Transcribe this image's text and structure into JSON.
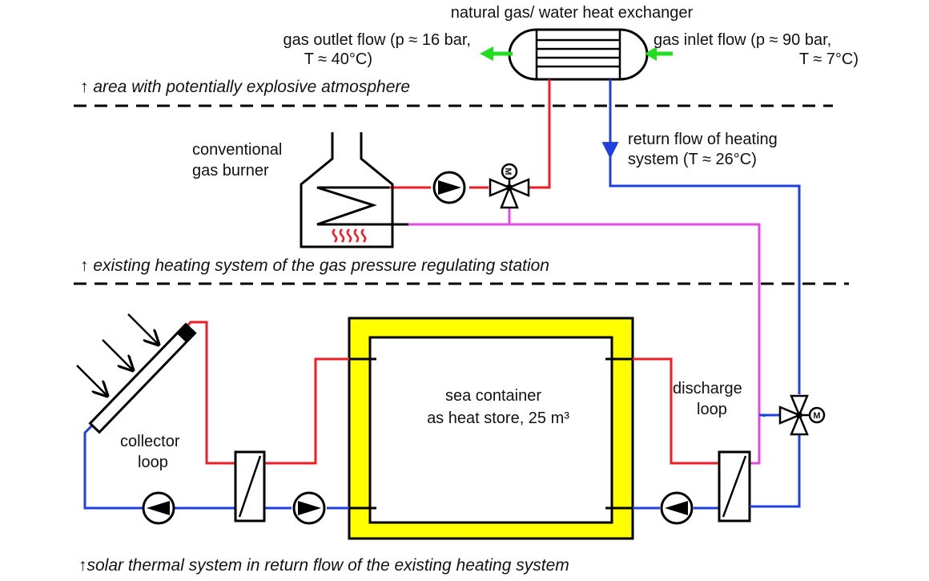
{
  "labels": {
    "heat_exchanger_title": "natural gas/ water heat exchanger",
    "gas_outlet_line1": "gas outlet flow (p  ≈ 16 bar,",
    "gas_outlet_line2": "T ≈ 40°C)",
    "gas_inlet_line1": "gas inlet flow (p  ≈ 90 bar,",
    "gas_inlet_line2": "T ≈ 7°C)",
    "zone_explosive": "↑ area with potentially explosive atmosphere",
    "burner_line1": "conventional",
    "burner_line2": "gas burner",
    "return_flow_line1": "return flow of heating",
    "return_flow_line2": "system (T ≈ 26°C)",
    "zone_existing": "↑ existing heating system of the gas pressure regulating station",
    "store_line1": "sea container",
    "store_line2": "as heat store, 25 m³",
    "discharge_line1": "discharge",
    "discharge_line2": "loop",
    "collector_line1": "collector",
    "collector_line2": "loop",
    "zone_solar": "↑solar thermal system in return flow of the existing heating system",
    "valve_motor_symbol": "M"
  },
  "colors": {
    "supply_line": "#ee1c24",
    "return_line": "#1f3fe0",
    "mixed_line": "#e34ae0",
    "insulation": "#ffff00",
    "gas_flow_arrow": "#22dd22",
    "flame": "#ee1c24"
  },
  "icons": {
    "pump": "pump-icon",
    "three_way_valve": "three-way-valve-icon",
    "plate_heat_exchanger": "plate-heat-exchanger-icon",
    "solar_collector": "solar-collector-icon",
    "gas_burner": "gas-burner-icon",
    "flame": "flame-icon",
    "motor": "motor-icon"
  }
}
